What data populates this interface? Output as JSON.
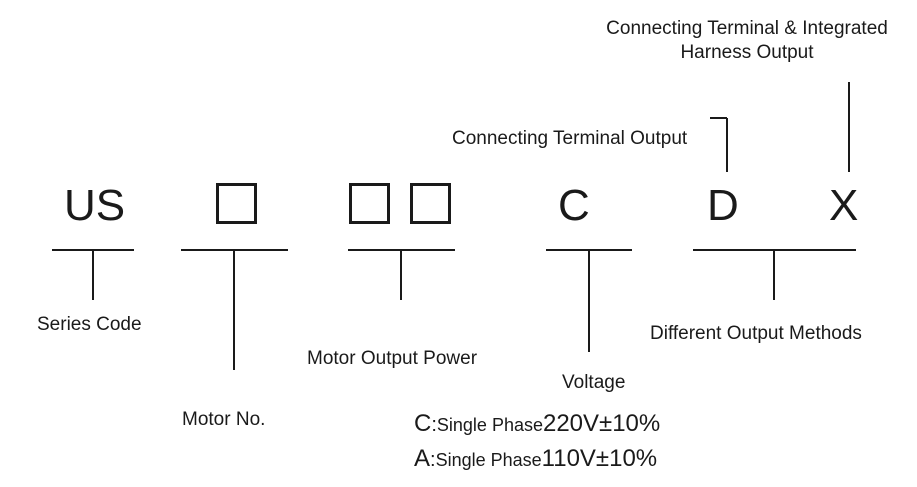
{
  "code": {
    "series": "US",
    "voltage_letter": "C",
    "output_d": "D",
    "output_x": "X"
  },
  "labels": {
    "series_code": "Series Code",
    "motor_no": "Motor No.",
    "motor_output_power": "Motor Output Power",
    "voltage": "Voltage",
    "different_output_methods": "Different Output Methods",
    "connecting_terminal_output": "Connecting Terminal Output",
    "integrated_line1": "Connecting Terminal & Integrated",
    "integrated_line2": "Harness Output"
  },
  "voltage_options": [
    {
      "letter": "C",
      "sep": ":",
      "text": "Single Phase",
      "value": "220V±10%"
    },
    {
      "letter": "A",
      "sep": ":",
      "text": "Single Phase",
      "value": "110V±10%"
    }
  ]
}
